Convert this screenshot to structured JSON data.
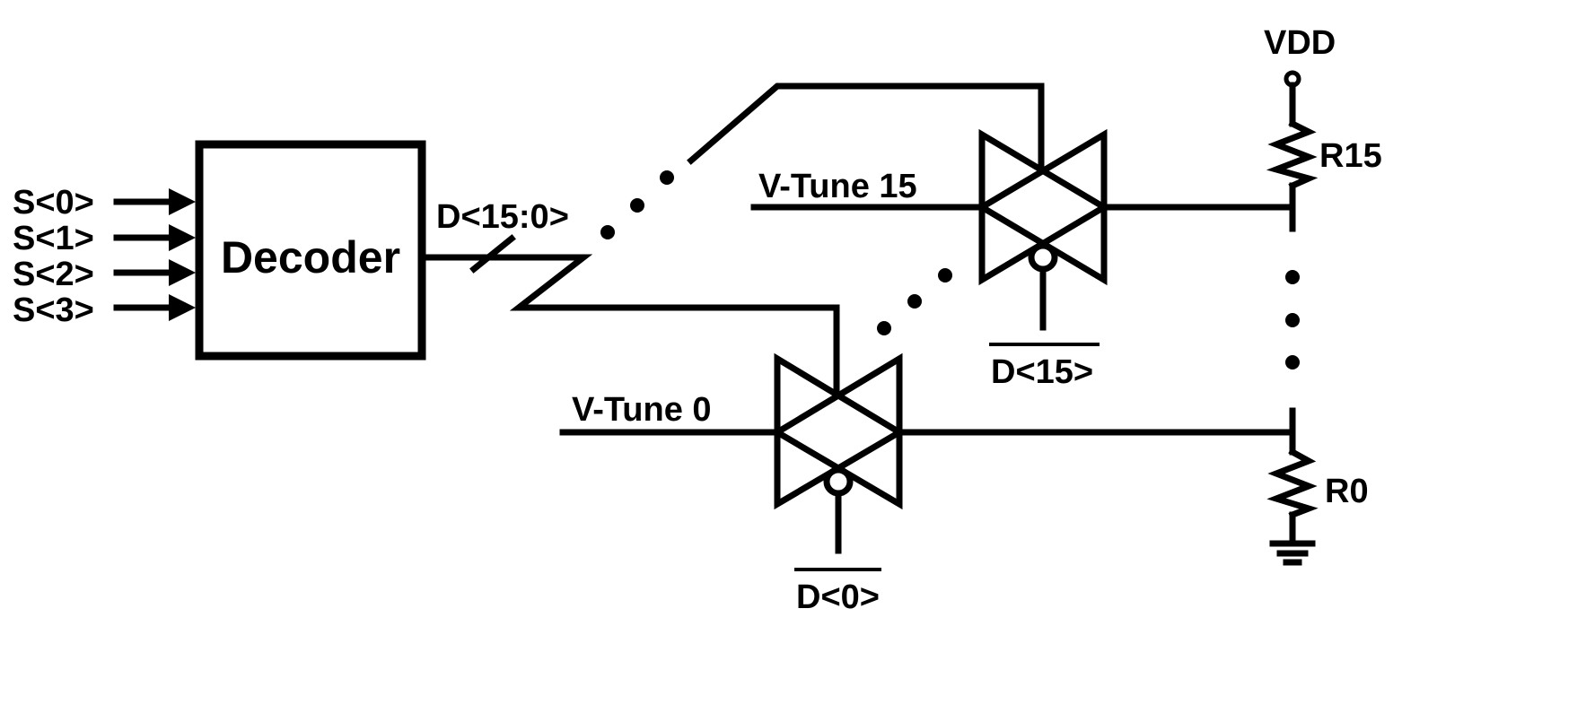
{
  "decoder": {
    "label": "Decoder"
  },
  "inputs": [
    "S<0>",
    "S<1>",
    "S<2>",
    "S<3>"
  ],
  "bus": {
    "label": "D<15:0>"
  },
  "switch_15": {
    "tune_label": "V-Tune 15",
    "control_label": "D<15>",
    "control_inverted": true
  },
  "switch_0": {
    "tune_label": "V-Tune 0",
    "control_label": "D<0>",
    "control_inverted": true
  },
  "supply": {
    "label": "VDD"
  },
  "resistors": {
    "top": "R15",
    "bottom": "R0"
  },
  "colors": {
    "stroke": "#000000",
    "background": "#ffffff"
  }
}
